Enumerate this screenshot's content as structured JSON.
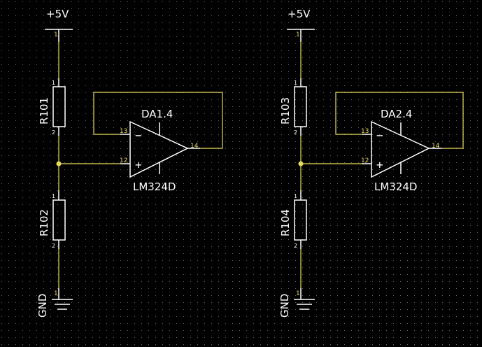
{
  "theme": {
    "background": "#000000",
    "grid_dot": "#6b6b6b",
    "wire": "#e8dc5a",
    "component": "#ffffff",
    "junction": "#e8dc5a"
  },
  "circuits": [
    {
      "power_label": "+5V",
      "ground_label": "GND",
      "resistor_top": {
        "ref": "R101",
        "pin_top": "1",
        "pin_bottom": "2"
      },
      "resistor_bottom": {
        "ref": "R102",
        "pin_top": "1",
        "pin_bottom": "2"
      },
      "opamp": {
        "ref": "DA1.4",
        "value": "LM324D",
        "pin_inverting": "13",
        "pin_noninverting": "12",
        "pin_output": "14",
        "minus_sign": "−",
        "plus_sign": "+"
      },
      "supply_pin": "1",
      "ground_pin": "1"
    },
    {
      "power_label": "+5V",
      "ground_label": "GND",
      "resistor_top": {
        "ref": "R103",
        "pin_top": "1",
        "pin_bottom": "2"
      },
      "resistor_bottom": {
        "ref": "R104",
        "pin_top": "1",
        "pin_bottom": "2"
      },
      "opamp": {
        "ref": "DA2.4",
        "value": "LM324D",
        "pin_inverting": "13",
        "pin_noninverting": "12",
        "pin_output": "14",
        "minus_sign": "−",
        "plus_sign": "+"
      },
      "supply_pin": "1",
      "ground_pin": "1"
    }
  ]
}
